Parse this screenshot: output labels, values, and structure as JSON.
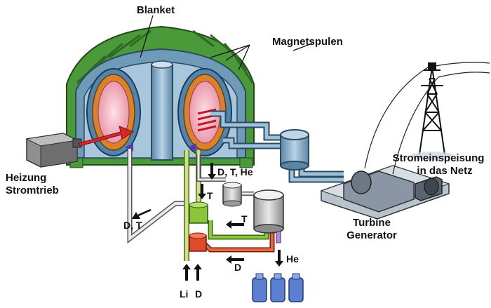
{
  "labels": {
    "blanket": "Blanket",
    "magnetspulen": "Magnetspulen",
    "heizung_line1": "Heizung",
    "heizung_line2": "Stromtrieb",
    "stromeinspeisung_line1": "Stromeinspeisung",
    "stromeinspeisung_line2": "in das Netz",
    "turbine": "Turbine",
    "generator": "Generator",
    "d_t_he": "D, T, He",
    "t_upper": "T",
    "t_right": "T",
    "d_t_left": "D, T",
    "d_right": "D",
    "he": "He",
    "li": "Li",
    "d_bottom": "D"
  },
  "colors": {
    "magnet_green": "#4a9a3a",
    "vessel_blue": "#6f9bb8",
    "blanket_orange": "#d9822b",
    "plasma_pink": "#f4b6c2",
    "heating_red": "#d9252b",
    "pipe_steel": "#7fa6c4",
    "pipe_green": "#a8c84a",
    "pipe_red": "#d64a2a",
    "generator_gray": "#8a96a3"
  }
}
